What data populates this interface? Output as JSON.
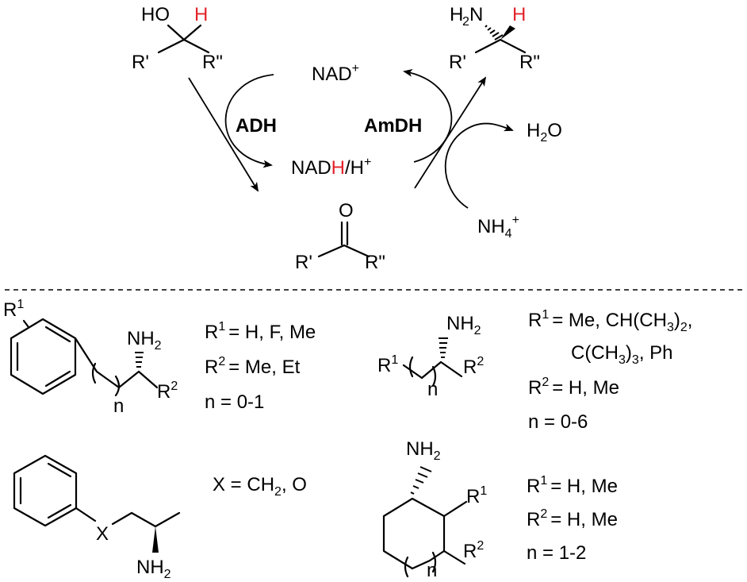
{
  "scheme": {
    "alcohol": {
      "oh": "HO",
      "h": "H",
      "r1": "R'",
      "r2": "R\""
    },
    "amine_product": {
      "nh": "H",
      "two": "2",
      "n": "N",
      "h": "H",
      "r1": "R'",
      "r2": "R\""
    },
    "ketone": {
      "o": "O",
      "r1": "R'",
      "r2": "R\""
    },
    "cofactor_ox": {
      "text": "NAD",
      "sup": "+"
    },
    "cofactor_red": {
      "pre": "NAD",
      "h": "H",
      "post": "/H",
      "sup": "+"
    },
    "enzyme_1": "ADH",
    "enzyme_2": "AmDH",
    "water": {
      "h": "H",
      "sub": "2",
      "o": "O"
    },
    "ammonium": {
      "n": "NH",
      "sub": "4",
      "sup": "+"
    }
  },
  "substrates": {
    "s1": {
      "r1_label": "R",
      "r1_sup": "1",
      "nh2": "NH",
      "nh2_sub": "2",
      "r2_label": "R",
      "r2_sup": "2",
      "n": "n",
      "cond1": "= H, F, Me",
      "cond2": "= Me, Et",
      "cond3": "n = 0-1"
    },
    "s2": {
      "nh2": "NH",
      "nh2_sub": "2",
      "r1_label": "R",
      "r1_sup": "1",
      "r2_label": "R",
      "r2_sup": "2",
      "n": "n",
      "cond1a": "= Me, CH(CH",
      "cond1a_sub": "3",
      "cond1a_end": ")",
      "cond1a_sub2": "2",
      "cond1a_comma": ",",
      "cond1b": "C(CH",
      "cond1b_sub": "3",
      "cond1b_end": ")",
      "cond1b_sub2": "3",
      "cond1b_tail": ", Ph",
      "cond2": "= H, Me",
      "cond3": "n = 0-6"
    },
    "s3": {
      "x": "X",
      "nh2": "NH",
      "nh2_sub": "2",
      "cond_pre": "X = CH",
      "cond_sub": "2",
      "cond_post": ", O"
    },
    "s4": {
      "nh2": "NH",
      "nh2_sub": "2",
      "r1_label": "R",
      "r1_sup": "1",
      "r2_label": "R",
      "r2_sup": "2",
      "n": "n",
      "cond1": "= H, Me",
      "cond2": "= H, Me",
      "cond3": "n = 1-2"
    }
  },
  "sup1": "1",
  "sup2": "2",
  "rlab": "R"
}
